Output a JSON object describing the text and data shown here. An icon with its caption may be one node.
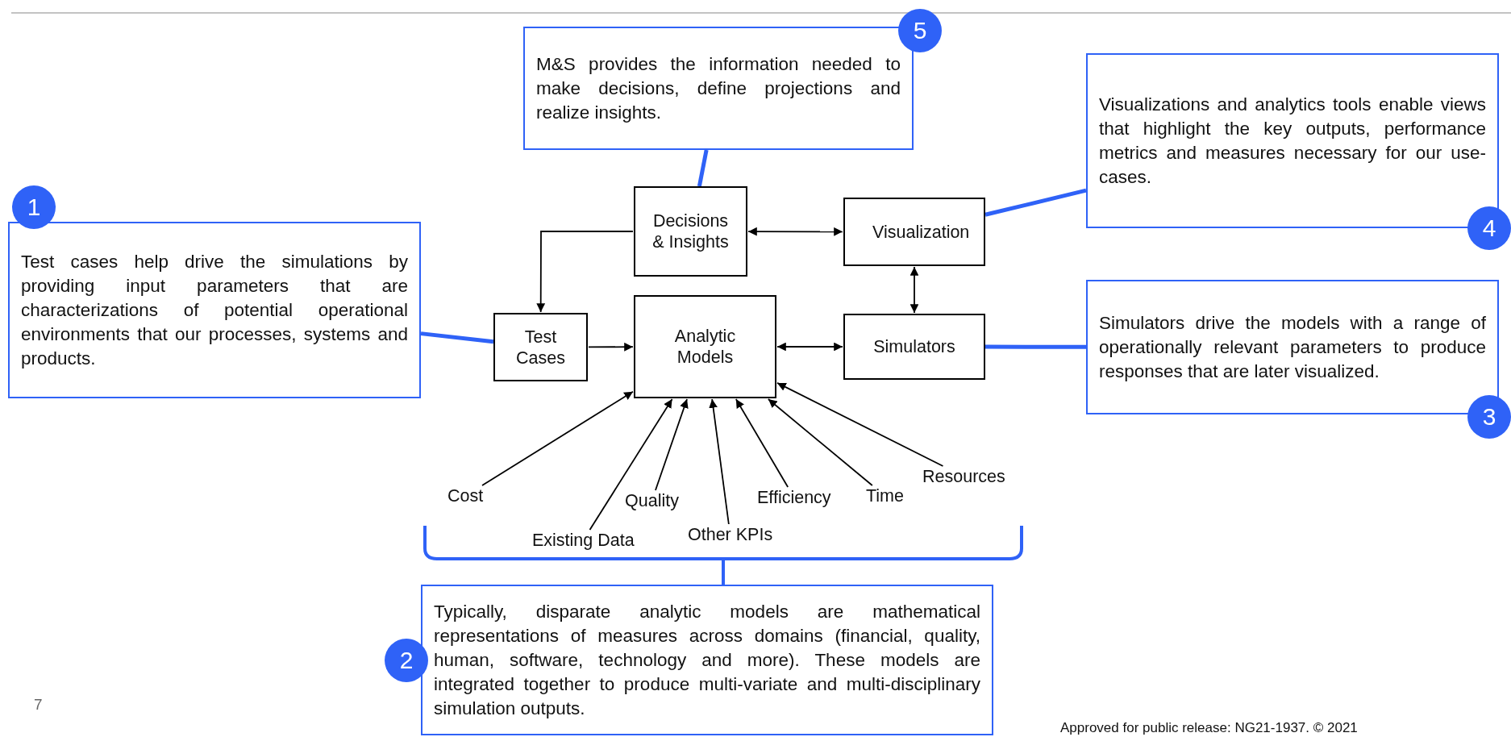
{
  "diagram": {
    "nodes": [
      {
        "text": [
          "M&S provides the information needed to make decisions, define projections and realize insights."
        ]
      },
      {
        "text": [
          "5"
        ]
      },
      {
        "text": [
          "Visualizations and analytics tools enable views that highlight the key outputs, performance metrics and measures necessary for our use-cases."
        ]
      },
      {
        "text": [
          "4"
        ]
      },
      {
        "text": [
          "1"
        ]
      },
      {
        "text": [
          "Test cases help drive the simulations by providing input parameters that are characterizations of potential operational environments that our processes, systems and products."
        ]
      },
      {
        "text": [
          "Decisions & Insights"
        ]
      },
      {
        "text": [
          "Visualization"
        ]
      },
      {
        "text": [
          "Test Cases"
        ]
      },
      {
        "text": [
          "Analytic Models"
        ]
      },
      {
        "text": [
          "Simulators"
        ]
      },
      {
        "text": [
          "Simulators drive the models with a range of operationally relevant parameters to produce responses that are later visualized."
        ]
      },
      {
        "text": [
          "3"
        ]
      },
      {
        "text": [
          "Cost"
        ]
      },
      {
        "text": [
          "Existing Data"
        ]
      },
      {
        "text": [
          "Quality"
        ]
      },
      {
        "text": [
          "Other KPIs"
        ]
      },
      {
        "text": [
          "Efficiency"
        ]
      },
      {
        "text": [
          "Time"
        ]
      },
      {
        "text": [
          "Resources"
        ]
      },
      {
        "text": [
          "2"
        ]
      },
      {
        "text": [
          "Typically, disparate analytic models are mathematical representations of measures across domains (financial, quality, human, software, technology and more).  These models are integrated together to produce multi-variate and multi-disciplinary simulation outputs."
        ]
      }
    ],
    "edges": [
      {
        "from": 6,
        "to": 8,
        "arrow": "to"
      },
      {
        "from": 6,
        "to": 7,
        "arrow": "both"
      },
      {
        "from": 7,
        "to": 10,
        "arrow": "both"
      },
      {
        "from": 8,
        "to": 9,
        "arrow": "to"
      },
      {
        "from": 9,
        "to": 10,
        "arrow": "both"
      },
      {
        "from": 13,
        "to": 9,
        "arrow": "to"
      },
      {
        "from": 14,
        "to": 9,
        "arrow": "to"
      },
      {
        "from": 15,
        "to": 9,
        "arrow": "to"
      },
      {
        "from": 16,
        "to": 9,
        "arrow": "to"
      },
      {
        "from": 17,
        "to": 9,
        "arrow": "to"
      },
      {
        "from": 18,
        "to": 9,
        "arrow": "to"
      },
      {
        "from": 19,
        "to": 9,
        "arrow": "to"
      },
      {
        "from": 5,
        "to": 8,
        "arrow": "none",
        "style": "thick",
        "color": "#2f62f7"
      },
      {
        "from": 0,
        "to": 6,
        "arrow": "none",
        "style": "thick",
        "color": "#2f62f7"
      },
      {
        "from": 2,
        "to": 7,
        "arrow": "none",
        "style": "thick",
        "color": "#2f62f7"
      },
      {
        "from": 11,
        "to": 10,
        "arrow": "none",
        "style": "thick",
        "color": "#2f62f7"
      }
    ],
    "labels": [
      "7",
      "Approved for public release: NG21-1937. © 2021"
    ]
  }
}
